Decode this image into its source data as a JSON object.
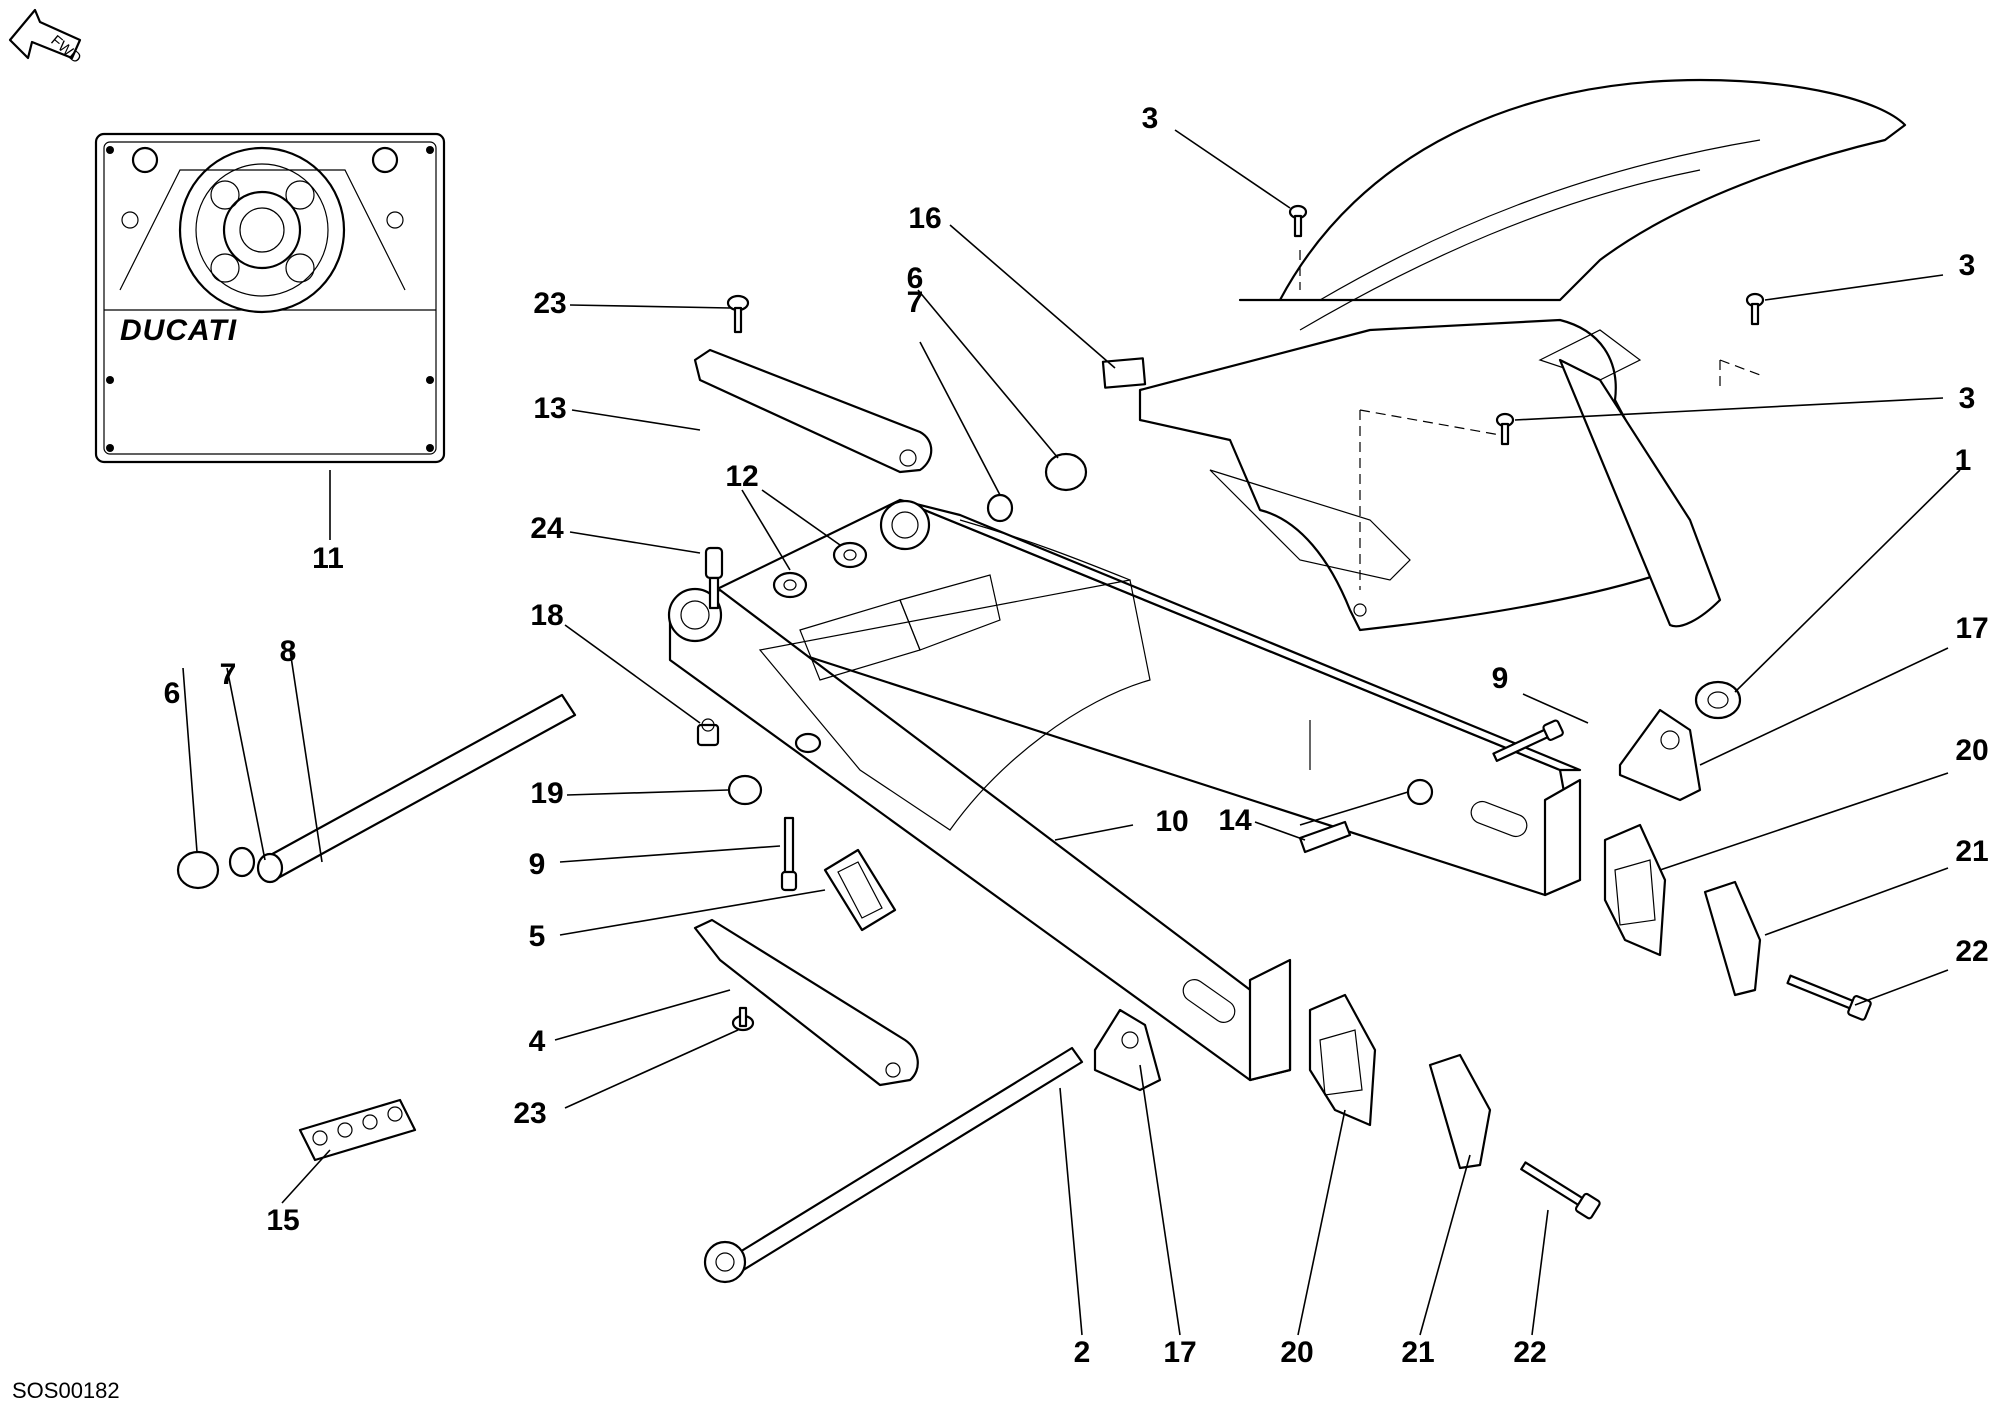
{
  "diagram": {
    "drawing_code": "SOS00182",
    "direction_label": "FWD",
    "brand_logo": "DUCATI",
    "callouts": [
      "1",
      "2",
      "3",
      "4",
      "5",
      "6",
      "7",
      "8",
      "9",
      "10",
      "11",
      "12",
      "13",
      "14",
      "15",
      "16",
      "17",
      "18",
      "19",
      "20",
      "21",
      "22",
      "23",
      "24"
    ]
  }
}
